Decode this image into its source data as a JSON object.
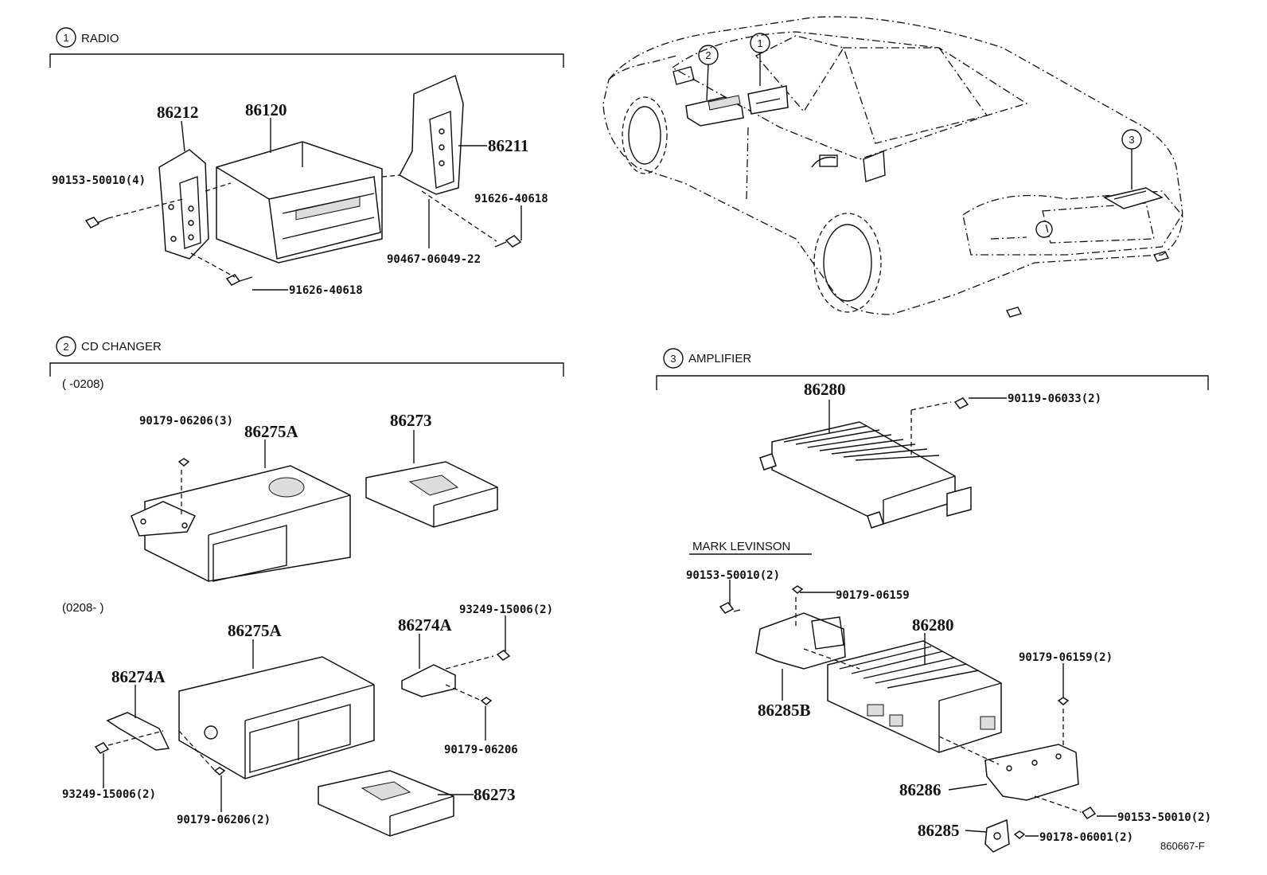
{
  "sections": {
    "radio": {
      "num": "1",
      "title": "RADIO"
    },
    "cd_changer": {
      "num": "2",
      "title": "CD CHANGER",
      "range_a": "(        -0208)",
      "range_b": "(0208-        )"
    },
    "amplifier": {
      "num": "3",
      "title": "AMPLIFIER",
      "mark_levinson": "MARK LEVINSON"
    }
  },
  "car_callouts": [
    "1",
    "2",
    "3"
  ],
  "parts": {
    "p86212": "86212",
    "p86120": "86120",
    "p86211": "86211",
    "p90153_4": "90153-50010(4)",
    "p91626_a": "91626-40618",
    "p91626_b": "91626-40618",
    "p90467": "90467-06049-22",
    "p90179_3": "90179-06206(3)",
    "p86275a_1": "86275A",
    "p86273_1": "86273",
    "p93249_a": "93249-15006(2)",
    "p86275a_2": "86275A",
    "p86274a_r": "86274A",
    "p86274a_l": "86274A",
    "p90179_06206": "90179-06206",
    "p93249_b": "93249-15006(2)",
    "p90179_2": "90179-06206(2)",
    "p86273_2": "86273",
    "p86280_1": "86280",
    "p90119": "90119-06033(2)",
    "p90153_ml": "90153-50010(2)",
    "p90179_06159": "90179-06159",
    "p86280_2": "86280",
    "p90179_06159_2": "90179-06159(2)",
    "p86285b": "86285B",
    "p86286": "86286",
    "p90153_r": "90153-50010(2)",
    "p86285": "86285",
    "p90178": "90178-06001(2)"
  },
  "figure_id": "860667-F"
}
